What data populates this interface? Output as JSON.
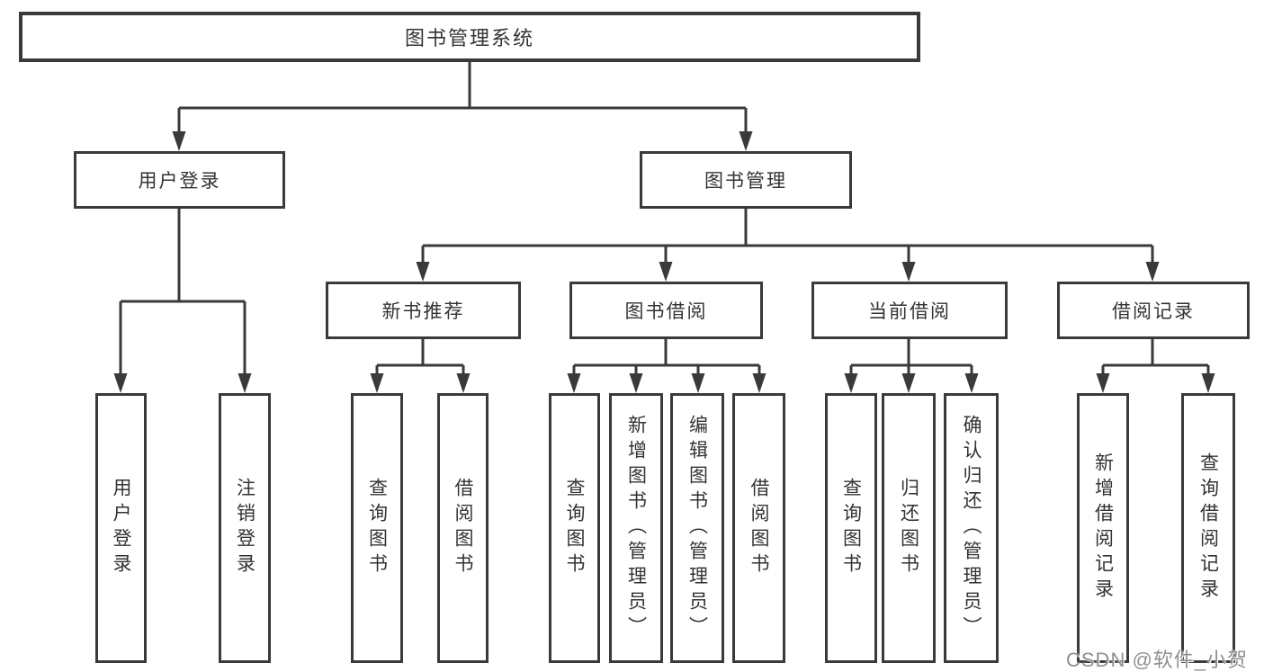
{
  "tree": {
    "root": {
      "label": "图书管理系统",
      "children": [
        {
          "label": "用户登录",
          "children": [
            {
              "label": "用户登录"
            },
            {
              "label": "注销登录"
            }
          ]
        },
        {
          "label": "图书管理",
          "children": [
            {
              "label": "新书推荐",
              "children": [
                {
                  "label": "查询图书"
                },
                {
                  "label": "借阅图书"
                }
              ]
            },
            {
              "label": "图书借阅",
              "children": [
                {
                  "label": "查询图书"
                },
                {
                  "label": "新增图书（管理员）"
                },
                {
                  "label": "编辑图书（管理员）"
                },
                {
                  "label": "借阅图书"
                }
              ]
            },
            {
              "label": "当前借阅",
              "children": [
                {
                  "label": "查询图书"
                },
                {
                  "label": "归还图书"
                },
                {
                  "label": "确认归还（管理员）"
                }
              ]
            },
            {
              "label": "借阅记录",
              "children": [
                {
                  "label": "新增借阅记录"
                },
                {
                  "label": "查询借阅记录"
                }
              ]
            }
          ]
        }
      ]
    }
  },
  "watermark": {
    "text": "CSDN @软件_小贺同学"
  },
  "colors": {
    "line": "#3a3a3a",
    "box_background": "#ffffff",
    "text": "#333333",
    "watermark": "#8f8f8f"
  }
}
